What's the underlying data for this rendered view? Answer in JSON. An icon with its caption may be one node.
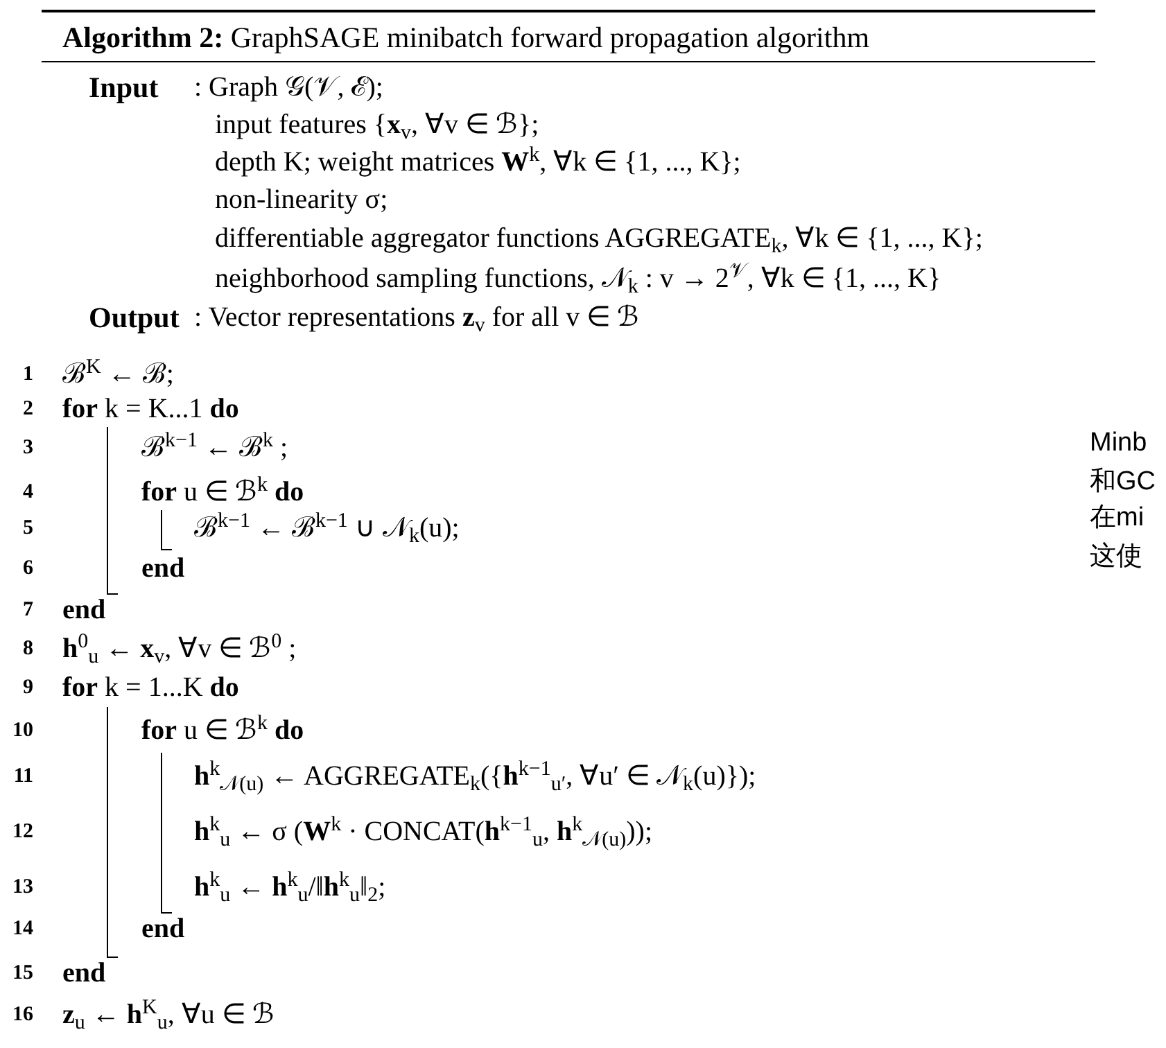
{
  "diagram": {
    "title": "**Algorithm 2:** GraphSAGE minibatch forward propagation algorithm",
    "labels": [
      "Input",
      ": Graph 𝒢(𝒱, ℰ);",
      "input features {**x**$_{v}$, ∀v ∈ ℬ};",
      "depth K; weight matrices **W**$^{k}$, ∀k ∈ {1, ..., K};",
      "non-linearity σ;",
      "differentiable aggregator functions AGGREGATE$_{k}$, ∀k ∈ {1, ..., K};",
      "neighborhood sampling functions, 𝒩$_{k}$ : v → 2$^{𝒱}$, ∀k ∈ {1, ..., K}",
      "Output",
      ": Vector representations **z**$_{v}$ for all v ∈ ℬ",
      "1",
      "ℬ$^{K}$ ← ℬ;",
      "2",
      "**for** k = K...1 **do**",
      "3",
      "ℬ$^{k−1}$ ← ℬ$^{k}$ ;",
      "Minb",
      "4",
      "**for** u ∈ ℬ$^{k}$ **do**",
      "和GC",
      "5",
      "ℬ$^{k−1}$ ← ℬ$^{k−1}$ ∪ 𝒩$_{k}$(u);",
      "在mi",
      "6",
      "**end**",
      "这使",
      "7",
      "**end**",
      "8",
      "**h**$^{0}$$_{u}$ ← **x**$_{v}$, ∀v ∈ ℬ$^{0}$ ;",
      "9",
      "**for** k = 1...K **do**",
      "10",
      "**for** u ∈ ℬ$^{k}$ **do**",
      "11",
      "**h**$^{k}$$_{𝒩(u)}$ ← AGGREGATE$_{k}$({**h**$^{k−1}$$_{u′}$, ∀u′ ∈ 𝒩$_{k}$(u)});",
      "12",
      "**h**$^{k}$$_{u}$ ← σ (**W**$^{k}$ · CONCAT(**h**$^{k−1}$$_{u}$, **h**$^{k}$$_{𝒩(u)}$));",
      "13",
      "**h**$^{k}$$_{u}$ ← **h**$^{k}$$_{u}$/‖**h**$^{k}$$_{u}$‖$_{2}$;",
      "14",
      "**end**",
      "15",
      "**end**",
      "16",
      "**z**$_{u}$ ← **h**$^{K}$$_{u}$, ∀u ∈ ℬ"
    ]
  }
}
